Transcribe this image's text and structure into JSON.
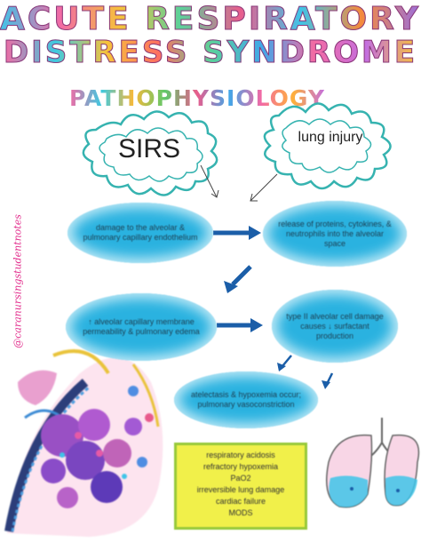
{
  "title": {
    "line1": "ACUTE RESPIRATORY",
    "line2": "DISTRESS SYNDROME"
  },
  "subtitle": "PATHOPHYSIOLOGY",
  "handle": "@caranursingstudentnotes",
  "bursts": {
    "left": "SIRS",
    "right": "lung injury"
  },
  "nodes": [
    "damage to the alveolar & pulmonary capillary endothelium",
    "release of proteins, cytokines, & neutrophils into the alveolar space",
    "↑ alveolar capillary membrane permeability & pulmonary edema",
    "type II alveolar cell damage causes ↓ surfactant production",
    "atelectasis & hypoxemia occur; pulmonary vasoconstriction"
  ],
  "outcomes": [
    "respiratory acidosis",
    "refractory hypoxemia",
    "PaO2",
    "irreversible lung damage",
    "cardiac failure",
    "MODS"
  ],
  "colors": {
    "oval": "#2ab2e0",
    "arrow": "#1b5ea8",
    "burst_stroke": "#36b3b0",
    "box_fill": "#f1f04a",
    "box_border": "#97c93a",
    "handle": "#e22d8c"
  }
}
